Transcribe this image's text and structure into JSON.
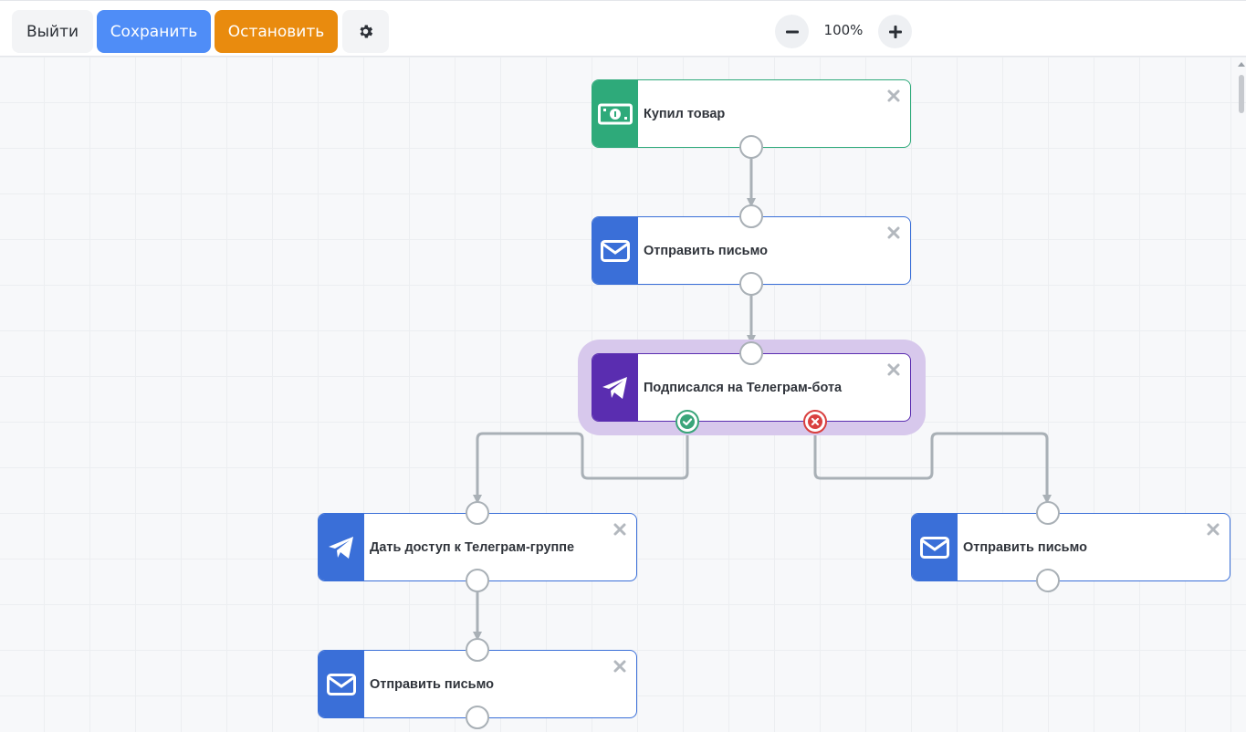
{
  "toolbar": {
    "exit_label": "Выйти",
    "save_label": "Сохранить",
    "stop_label": "Остановить",
    "zoom_level": "100%"
  },
  "colors": {
    "save": "#4f8df7",
    "stop": "#e98b0e",
    "trigger_green": "#2eaa7a",
    "action_blue": "#3a6fd8",
    "telegram_purple": "#5a2db0",
    "selection": "#d7c8ec",
    "success": "#3aa57a",
    "fail": "#d9403f"
  },
  "nodes": [
    {
      "title": "Купил товар",
      "icon": "money-icon"
    },
    {
      "title": "Отправить письмо",
      "icon": "envelope-icon"
    },
    {
      "title": "Подписался на Телеграм-бота",
      "icon": "telegram-icon",
      "selected": true
    },
    {
      "title": "Дать доступ к Телеграм-группе",
      "icon": "telegram-icon"
    },
    {
      "title": "Отправить письмо",
      "icon": "envelope-icon"
    },
    {
      "title": "Отправить письмо",
      "icon": "envelope-icon"
    }
  ]
}
